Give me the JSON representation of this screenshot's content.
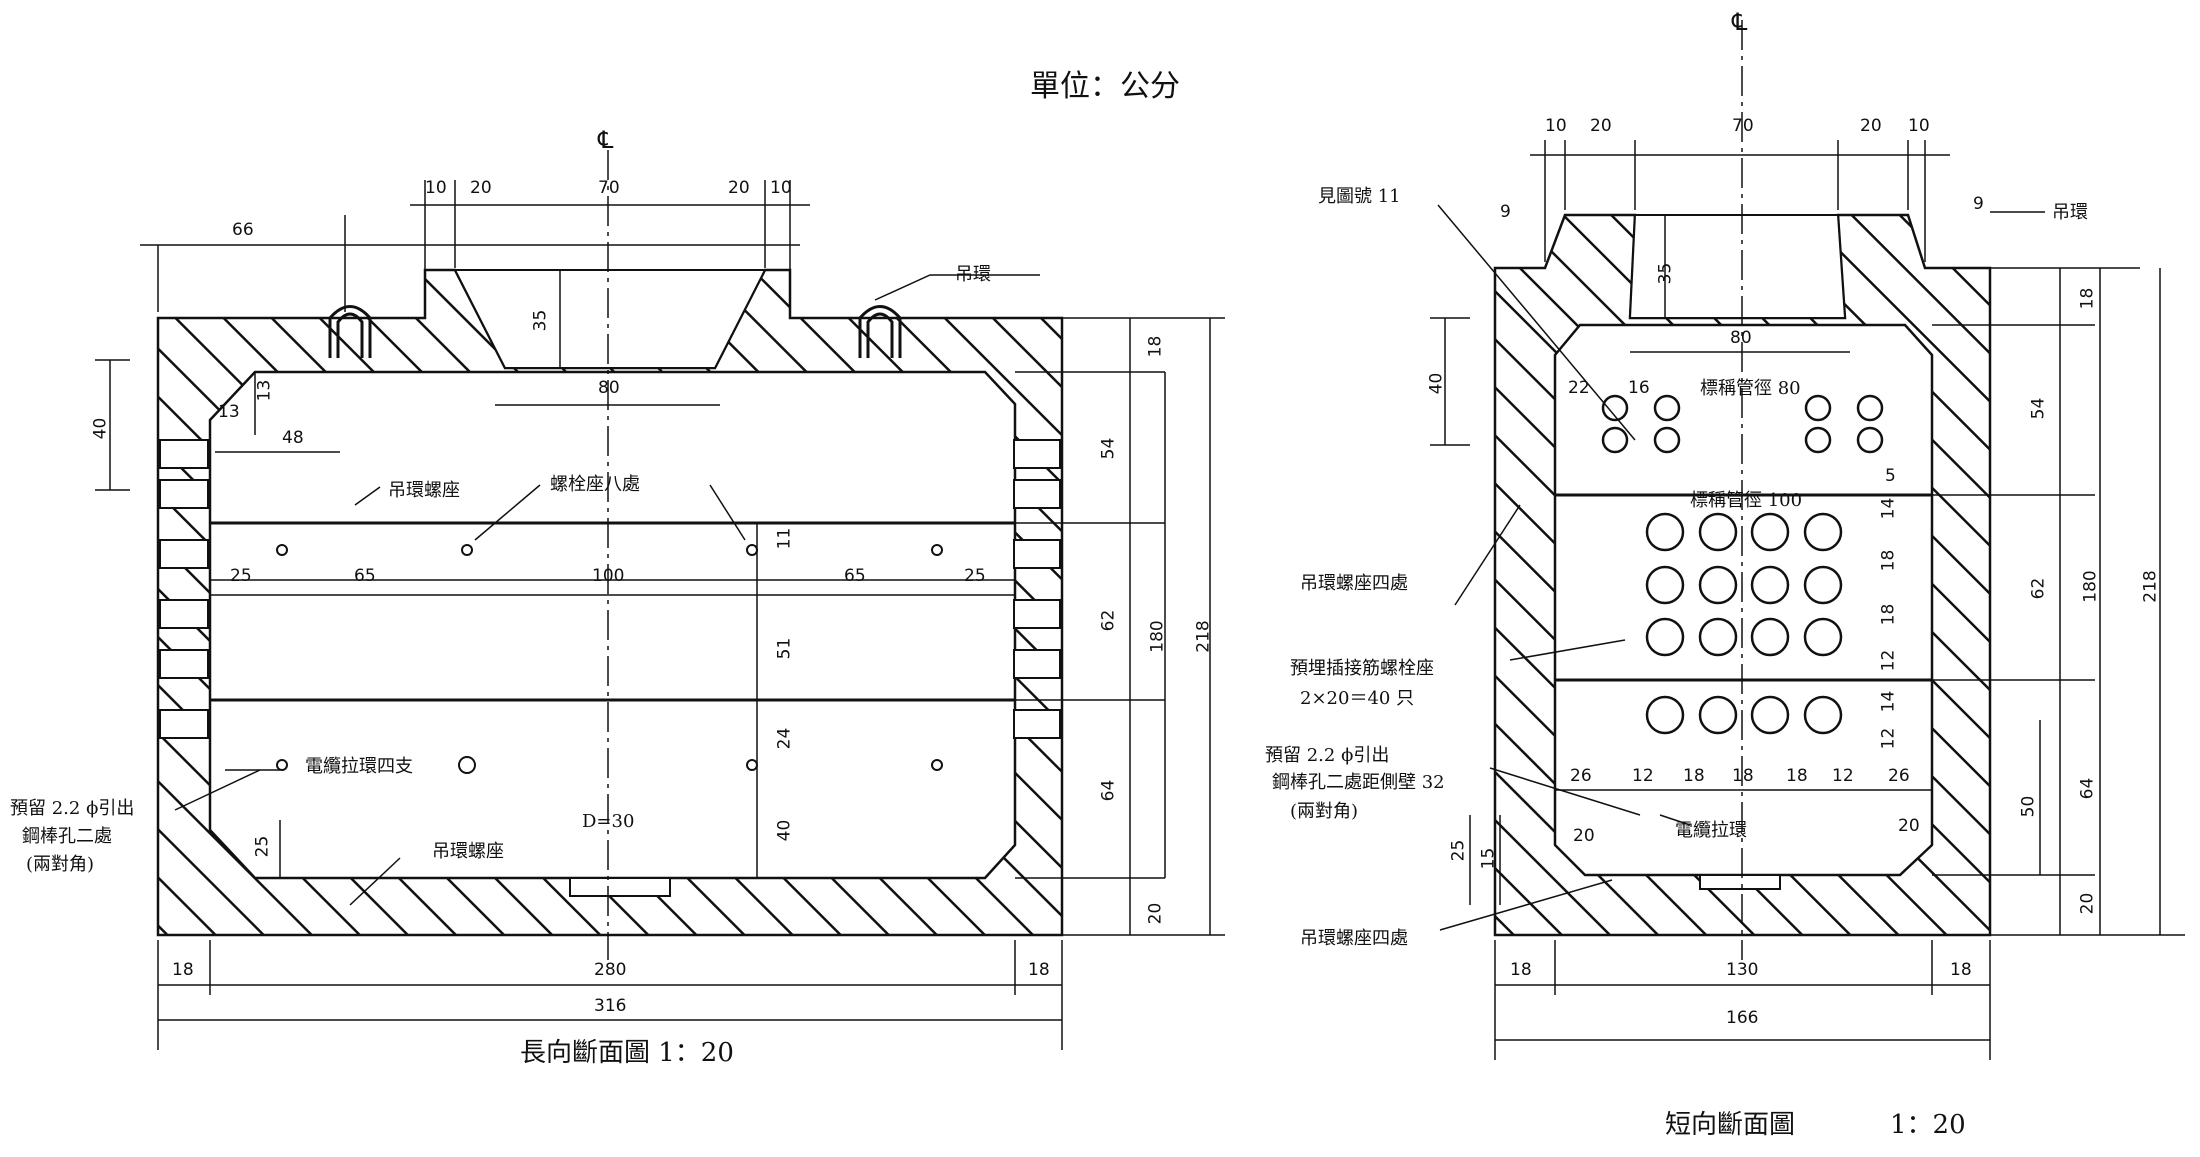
{
  "unit_label": "單位：公分",
  "centerline_symbol": "℄",
  "long_section": {
    "title": "長向斷面圖 1：20",
    "notes": {
      "lifting_ring": "吊環",
      "lifting_ring_socket_top": "吊環螺座",
      "bolt_socket_eight": "螺栓座八處",
      "cable_pull_ring_four": "電纜拉環四支",
      "lifting_ring_socket_bottom": "吊環螺座",
      "reserved_hole_line1": "預留 2.2 ϕ引出",
      "reserved_hole_line2": "鋼棒孔二處",
      "reserved_hole_line3": "(兩對角)",
      "sump": "D=30"
    },
    "dims": {
      "top_10_left": "10",
      "top_20_left": "20",
      "top_70": "70",
      "top_20_right": "20",
      "top_10_right": "10",
      "left_66": "66",
      "h_35": "35",
      "w_80": "80",
      "left_40": "40",
      "d_13a": "13",
      "d_13b": "13",
      "w_48": "48",
      "s_25a": "25",
      "s_65a": "65",
      "s_100": "100",
      "s_65b": "65",
      "s_25b": "25",
      "v_11": "11",
      "v_51": "51",
      "v_24": "24",
      "v_40": "40",
      "v_25": "25",
      "r_18": "18",
      "r_54": "54",
      "r_62": "62",
      "r_64": "64",
      "r_20": "20",
      "r_180": "180",
      "r_218": "218",
      "b_18a": "18",
      "b_280": "280",
      "b_18b": "18",
      "b_316": "316"
    }
  },
  "short_section": {
    "title": "短向斷面圖",
    "scale": "1：20",
    "notes": {
      "see_drawing": "見圖號 11",
      "lifting_ring": "吊環",
      "nominal_80": "標稱管徑 80",
      "nominal_100": "標稱管徑 100",
      "socket_four_top": "吊環螺座四處",
      "embedded_line1": "預埋插接筋螺栓座",
      "embedded_line2": "2×20＝40 只",
      "reserved_line1": "預留 2.2 ϕ引出",
      "reserved_line2": "鋼棒孔二處距側壁 32",
      "reserved_line3": "(兩對角)",
      "cable_pull_ring": "電纜拉環",
      "socket_four_bottom": "吊環螺座四處"
    },
    "dims": {
      "top_10_left": "10",
      "top_20_left": "20",
      "top_70": "70",
      "top_20_right": "20",
      "top_10_right": "10",
      "d_9_left": "9",
      "d_9_right": "9",
      "h_35": "35",
      "w_80": "80",
      "left_40": "40",
      "d_22": "22",
      "d_16": "16",
      "d_5": "5",
      "r_14a": "14",
      "r_18a": "18",
      "r_18b": "18",
      "r_12a": "12",
      "r_14b": "14",
      "r_12b": "12",
      "b_26a": "26",
      "b_12a": "12",
      "b_18a": "18",
      "b_18b": "18",
      "b_18c": "18",
      "b_12b": "12",
      "b_26b": "26",
      "d_20a": "20",
      "d_20b": "20",
      "l_25": "25",
      "l_15": "15",
      "r_50": "50",
      "r_64": "64",
      "rr_18": "18",
      "rr_54": "54",
      "rr_62": "62",
      "rr_180": "180",
      "rr_218": "218",
      "rr_20": "20",
      "bot_18a": "18",
      "bot_130": "130",
      "bot_18b": "18",
      "bot_166": "166"
    }
  }
}
